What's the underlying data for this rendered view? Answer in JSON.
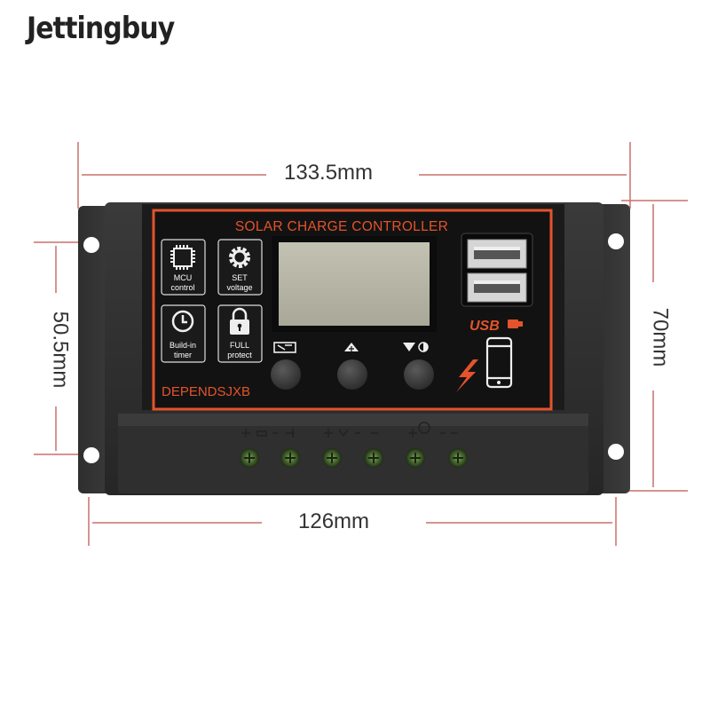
{
  "brand": {
    "name": "Jettingbuy"
  },
  "dimensions": {
    "top_width": "133.5mm",
    "bottom_width": "126mm",
    "left_height": "50.5mm",
    "right_height": "70mm"
  },
  "device": {
    "panel_title": "SOLAR CHARGE CONTROLLER",
    "maker_label": "DEPENDSJXB",
    "usb_label": "USB",
    "feature_icons": [
      {
        "icon": "chip-icon",
        "lines": [
          "MCU",
          "control"
        ]
      },
      {
        "icon": "gear-icon",
        "lines": [
          "SET",
          "voltage"
        ]
      },
      {
        "icon": "clock-icon",
        "lines": [
          "Build-in",
          "timer"
        ]
      },
      {
        "icon": "lock-icon",
        "lines": [
          "FULL",
          "protect"
        ]
      }
    ],
    "buttons": [
      {
        "icon": "switch-icon"
      },
      {
        "icon": "up-arrow-icon"
      },
      {
        "icon": "down-arrow-icon"
      }
    ],
    "terminals": 6,
    "colors": {
      "panel_accent": "#e4532b",
      "body": "#2b2b2b",
      "lcd": "#b9b8a8"
    }
  }
}
